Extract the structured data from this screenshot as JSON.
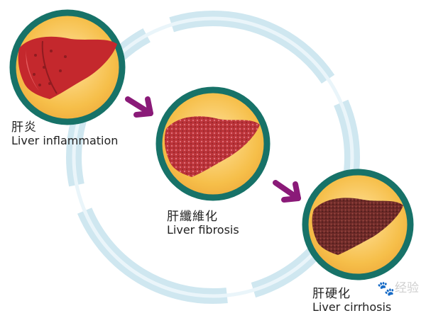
{
  "colors": {
    "ring": "#cfe7f0",
    "circle_border": "#177268",
    "circle_fill": "#f6bf4a",
    "arrow": "#8a1a78",
    "inflammation": "#c4282d",
    "fibrosis": "#bb3339",
    "cirrhosis": "#6e2a28"
  },
  "stages": [
    {
      "cn": "肝炎",
      "en": "Liver inflammation",
      "icon": "liver-inflamed-icon"
    },
    {
      "cn": "肝纖維化",
      "en": "Liver fibrosis",
      "icon": "liver-fibrosis-icon"
    },
    {
      "cn": "肝硬化",
      "en": "Liver cirrhosis",
      "icon": "liver-cirrhosis-icon"
    }
  ],
  "watermark": {
    "text": "经验",
    "icon": "paw-icon"
  }
}
